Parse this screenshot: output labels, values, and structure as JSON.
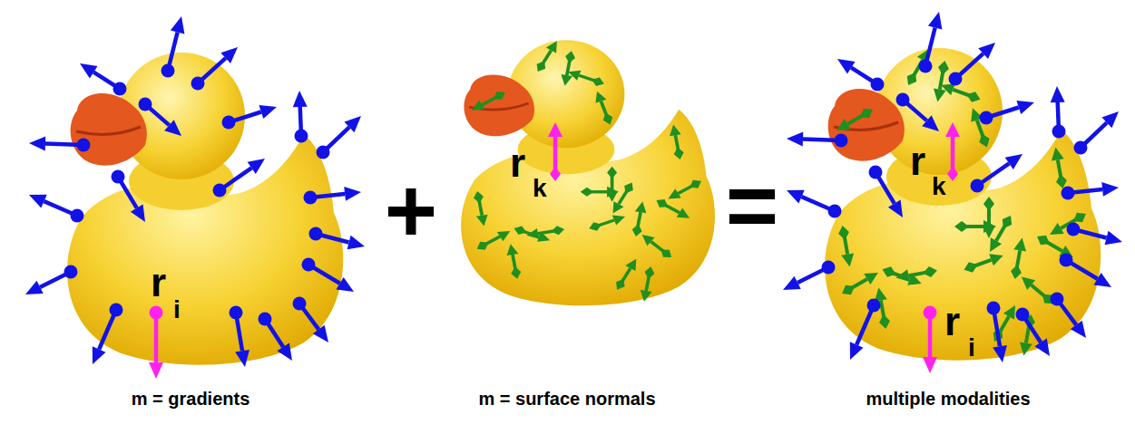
{
  "diagram": {
    "labels": [
      "+",
      "=",
      "m = gradients",
      "m = surface normals",
      "multiple modalities",
      "r",
      "i",
      "r",
      "k",
      "r",
      "k",
      "r",
      "i"
    ]
  }
}
